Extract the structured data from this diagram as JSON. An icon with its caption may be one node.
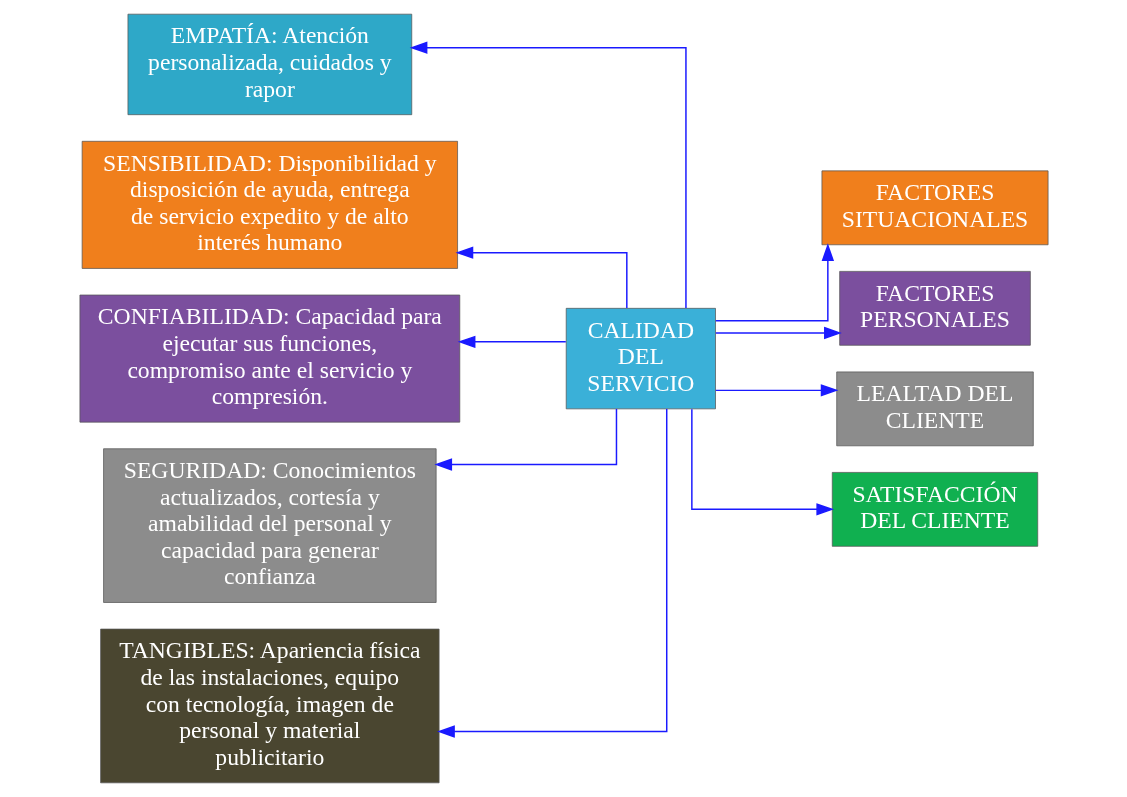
{
  "diagram": {
    "nodes": [
      {
        "text": [
          "EMPATÍA: Atención personalizada, cuidados y rapor"
        ]
      },
      {
        "text": [
          "SENSIBILIDAD: Disponibilidad y disposición de ayuda, entrega de servicio expedito y de alto interés humano"
        ]
      },
      {
        "text": [
          "CONFIABILIDAD: Capacidad para ejecutar sus funciones, compromiso ante el servicio y compresión."
        ]
      },
      {
        "text": [
          "SEGURIDAD: Conocimientos actualizados, cortesía y amabilidad del personal y capacidad para generar confianza"
        ]
      },
      {
        "text": [
          "TANGIBLES: Apariencia física de las instalaciones, equipo con tecnología, imagen de personal y material publicitario"
        ]
      },
      {
        "text": [
          "CALIDAD DEL SERVICIO"
        ]
      },
      {
        "text": [
          "FACTORES SITUACIONALES"
        ]
      },
      {
        "text": [
          "FACTORES PERSONALES"
        ]
      },
      {
        "text": [
          "LEALTAD DEL CLIENTE"
        ]
      },
      {
        "text": [
          "SATISFACCIÓN DEL CLIENTE"
        ]
      }
    ],
    "edges": [
      {
        "from": 5,
        "to": 0,
        "arrow": "to"
      },
      {
        "from": 5,
        "to": 1,
        "arrow": "to"
      },
      {
        "from": 5,
        "to": 2,
        "arrow": "to"
      },
      {
        "from": 5,
        "to": 3,
        "arrow": "to"
      },
      {
        "from": 5,
        "to": 4,
        "arrow": "to"
      },
      {
        "from": 5,
        "to": 6,
        "arrow": "to"
      },
      {
        "from": 5,
        "to": 7,
        "arrow": "to"
      },
      {
        "from": 5,
        "to": 8,
        "arrow": "to"
      },
      {
        "from": 5,
        "to": 9,
        "arrow": "to"
      }
    ]
  }
}
